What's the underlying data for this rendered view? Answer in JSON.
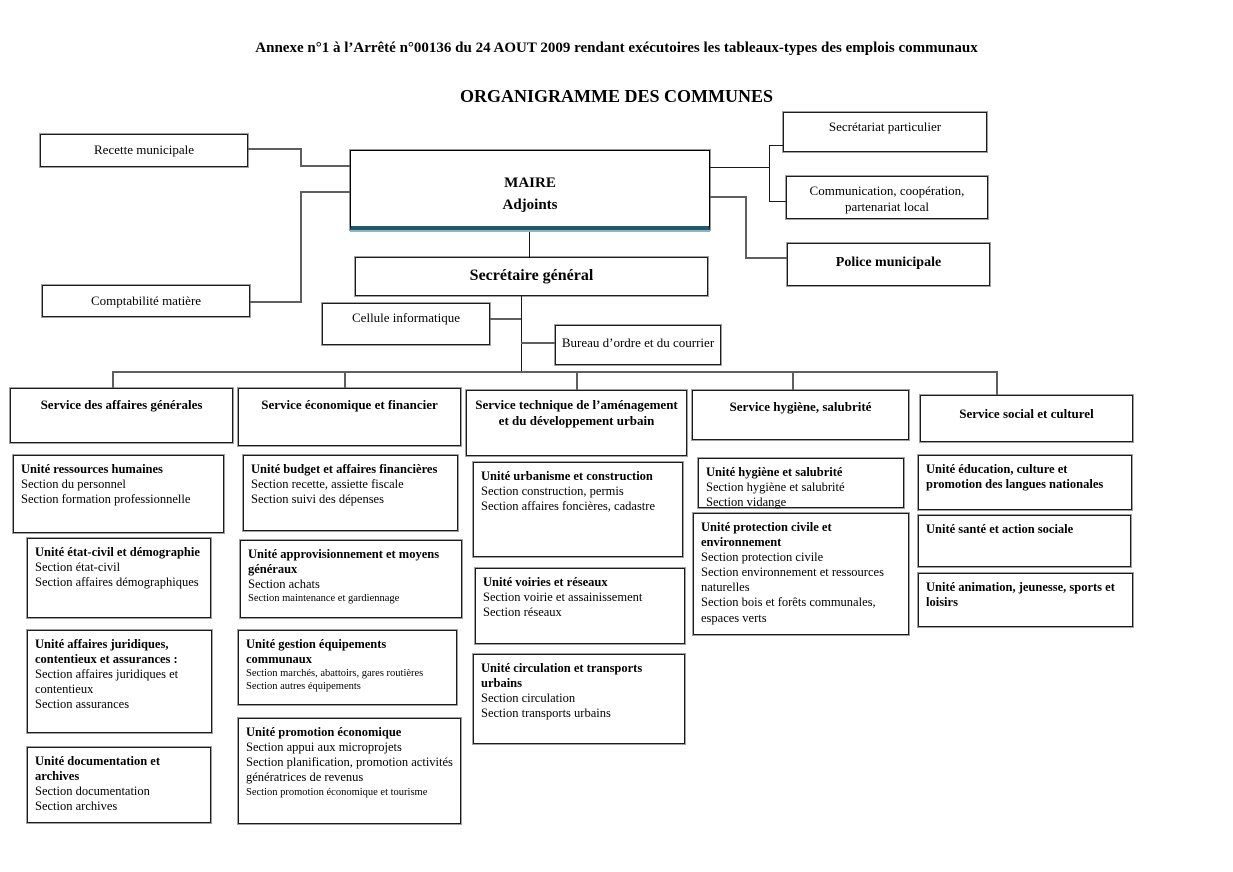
{
  "header": {
    "annexe_title": "Annexe n°1 à l’Arrêté n°00136 du 24 AOUT 2009 rendant exécutoires les tableaux-types des emplois communaux",
    "main_title": "ORGANIGRAMME DES COMMUNES"
  },
  "top_boxes": {
    "recette": "Recette municipale",
    "comptabilite": "Comptabilité matière",
    "maire_title": "MAIRE",
    "maire_subtitle": "Adjoints",
    "secretariat_particulier": "Secrétariat particulier",
    "communication": "Communication, coopération, partenariat local",
    "police": "Police municipale",
    "secretaire_general": "Secrétaire général",
    "cellule_informatique": "Cellule informatique",
    "bureau_ordre": "Bureau d’ordre et du courrier"
  },
  "services": [
    {
      "title": "Service des affaires générales"
    },
    {
      "title": "Service économique et financier"
    },
    {
      "title": "Service technique de l’aménagement et du développement urbain"
    },
    {
      "title": "Service hygiène, salubrité"
    },
    {
      "title": "Service social et culturel"
    }
  ],
  "units": [
    {
      "title": "Unité ressources humaines",
      "sections": [
        "Section du personnel",
        "Section formation professionnelle"
      ]
    },
    {
      "title": "Unité état-civil et démographie",
      "sections": [
        "Section état-civil",
        "Section affaires démographiques"
      ]
    },
    {
      "title": "Unité affaires juridiques, contentieux et assurances :",
      "sections": [
        "Section affaires juridiques et contentieux",
        "Section assurances"
      ]
    },
    {
      "title": "Unité documentation et archives",
      "sections": [
        "Section documentation",
        "Section archives"
      ]
    },
    {
      "title": "Unité budget et affaires financières",
      "sections": [
        "Section recette, assiette fiscale",
        "Section suivi des dépenses"
      ]
    },
    {
      "title": "Unité approvisionnement et moyens généraux",
      "sections": [
        "Section achats",
        "Section maintenance et gardiennage"
      ]
    },
    {
      "title": "Unité gestion équipements communaux",
      "sections": [
        "Section marchés, abattoirs, gares routières",
        "Section autres équipements"
      ]
    },
    {
      "title": "Unité promotion économique",
      "sections": [
        "Section appui aux microprojets",
        "Section planification, promotion activités génératrices de revenus",
        "Section promotion économique et tourisme"
      ]
    },
    {
      "title": "Unité urbanisme et construction",
      "sections": [
        "Section construction, permis",
        "Section affaires foncières, cadastre"
      ]
    },
    {
      "title": "Unité voiries et réseaux",
      "sections": [
        "Section voirie et assainissement",
        "Section réseaux"
      ]
    },
    {
      "title": "Unité circulation et transports urbains",
      "sections": [
        "Section circulation",
        "Section transports urbains"
      ]
    },
    {
      "title": "Unité hygiène et salubrité",
      "sections": [
        "Section hygiène et salubrité",
        "Section vidange"
      ]
    },
    {
      "title": "Unité protection civile et environnement",
      "sections": [
        "Section protection civile",
        "Section environnement et ressources naturelles",
        "Section bois et forêts communales, espaces verts"
      ]
    },
    {
      "title": "Unité éducation, culture et promotion des langues nationales",
      "sections": []
    },
    {
      "title": "Unité santé et action sociale",
      "sections": []
    },
    {
      "title": "Unité animation, jeunesse, sports et loisirs",
      "sections": []
    }
  ],
  "colors": {
    "maire_bottom_accent": "#235968",
    "connector_gray": "#5f5f5f",
    "connector_black": "#1a1a1a",
    "box_border": "#1c1c1c"
  }
}
